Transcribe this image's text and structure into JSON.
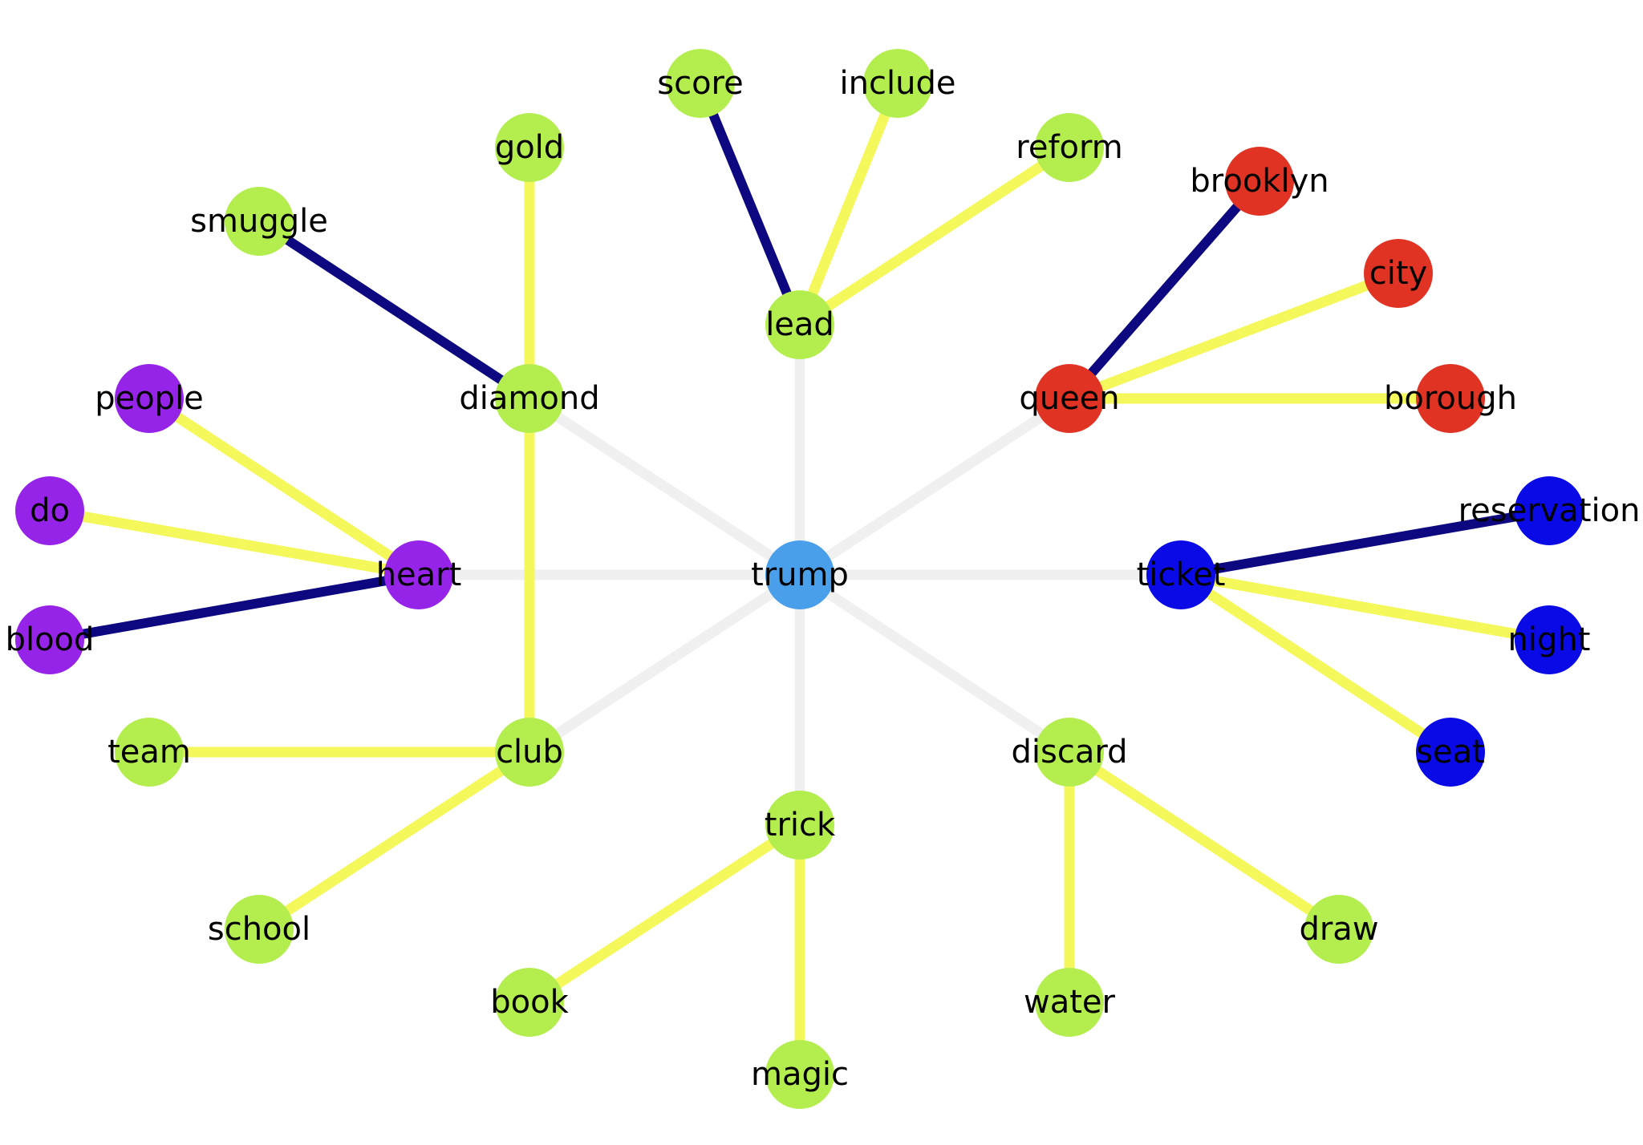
{
  "colors": {
    "center": "#4a9fea",
    "green": "#b4ee4e",
    "red": "#e03324",
    "purple": "#9524e8",
    "blue": "#0a0ae6",
    "edge_strong": "#0d0880",
    "edge_weak": "#f4f85a",
    "edge_hub": "#f0f0f0"
  },
  "nodes": [
    {
      "id": "trump",
      "label": "trump",
      "color": "center"
    },
    {
      "id": "lead",
      "label": "lead",
      "color": "green"
    },
    {
      "id": "diamond",
      "label": "diamond",
      "color": "green"
    },
    {
      "id": "queen",
      "label": "queen",
      "color": "red"
    },
    {
      "id": "heart",
      "label": "heart",
      "color": "purple"
    },
    {
      "id": "ticket",
      "label": "ticket",
      "color": "blue"
    },
    {
      "id": "club",
      "label": "club",
      "color": "green"
    },
    {
      "id": "discard",
      "label": "discard",
      "color": "green"
    },
    {
      "id": "trick",
      "label": "trick",
      "color": "green"
    },
    {
      "id": "score",
      "label": "score",
      "color": "green"
    },
    {
      "id": "include",
      "label": "include",
      "color": "green"
    },
    {
      "id": "reform",
      "label": "reform",
      "color": "green"
    },
    {
      "id": "gold",
      "label": "gold",
      "color": "green"
    },
    {
      "id": "smuggle",
      "label": "smuggle",
      "color": "green"
    },
    {
      "id": "brooklyn",
      "label": "brooklyn",
      "color": "red"
    },
    {
      "id": "city",
      "label": "city",
      "color": "red"
    },
    {
      "id": "borough",
      "label": "borough",
      "color": "red"
    },
    {
      "id": "people",
      "label": "people",
      "color": "purple"
    },
    {
      "id": "do",
      "label": "do",
      "color": "purple"
    },
    {
      "id": "blood",
      "label": "blood",
      "color": "purple"
    },
    {
      "id": "reservation",
      "label": "reservation",
      "color": "blue"
    },
    {
      "id": "night",
      "label": "night",
      "color": "blue"
    },
    {
      "id": "seat",
      "label": "seat",
      "color": "blue"
    },
    {
      "id": "team",
      "label": "team",
      "color": "green"
    },
    {
      "id": "school",
      "label": "school",
      "color": "green"
    },
    {
      "id": "draw",
      "label": "draw",
      "color": "green"
    },
    {
      "id": "water",
      "label": "water",
      "color": "green"
    },
    {
      "id": "book",
      "label": "book",
      "color": "green"
    },
    {
      "id": "magic",
      "label": "magic",
      "color": "green"
    }
  ],
  "edges": [
    {
      "source": "trump",
      "target": "lead",
      "kind": "hub"
    },
    {
      "source": "trump",
      "target": "diamond",
      "kind": "hub"
    },
    {
      "source": "trump",
      "target": "queen",
      "kind": "hub"
    },
    {
      "source": "trump",
      "target": "heart",
      "kind": "hub"
    },
    {
      "source": "trump",
      "target": "ticket",
      "kind": "hub"
    },
    {
      "source": "trump",
      "target": "club",
      "kind": "hub"
    },
    {
      "source": "trump",
      "target": "discard",
      "kind": "hub"
    },
    {
      "source": "trump",
      "target": "trick",
      "kind": "hub"
    },
    {
      "source": "lead",
      "target": "score",
      "kind": "strong"
    },
    {
      "source": "lead",
      "target": "include",
      "kind": "weak"
    },
    {
      "source": "lead",
      "target": "reform",
      "kind": "weak"
    },
    {
      "source": "diamond",
      "target": "gold",
      "kind": "weak"
    },
    {
      "source": "diamond",
      "target": "smuggle",
      "kind": "strong"
    },
    {
      "source": "diamond",
      "target": "club",
      "kind": "weak"
    },
    {
      "source": "queen",
      "target": "brooklyn",
      "kind": "strong"
    },
    {
      "source": "queen",
      "target": "city",
      "kind": "weak"
    },
    {
      "source": "queen",
      "target": "borough",
      "kind": "weak"
    },
    {
      "source": "heart",
      "target": "people",
      "kind": "weak"
    },
    {
      "source": "heart",
      "target": "do",
      "kind": "weak"
    },
    {
      "source": "heart",
      "target": "blood",
      "kind": "strong"
    },
    {
      "source": "ticket",
      "target": "reservation",
      "kind": "strong"
    },
    {
      "source": "ticket",
      "target": "night",
      "kind": "weak"
    },
    {
      "source": "ticket",
      "target": "seat",
      "kind": "weak"
    },
    {
      "source": "club",
      "target": "team",
      "kind": "weak"
    },
    {
      "source": "club",
      "target": "school",
      "kind": "weak"
    },
    {
      "source": "discard",
      "target": "draw",
      "kind": "weak"
    },
    {
      "source": "discard",
      "target": "water",
      "kind": "weak"
    },
    {
      "source": "trick",
      "target": "book",
      "kind": "weak"
    },
    {
      "source": "trick",
      "target": "magic",
      "kind": "weak"
    }
  ]
}
